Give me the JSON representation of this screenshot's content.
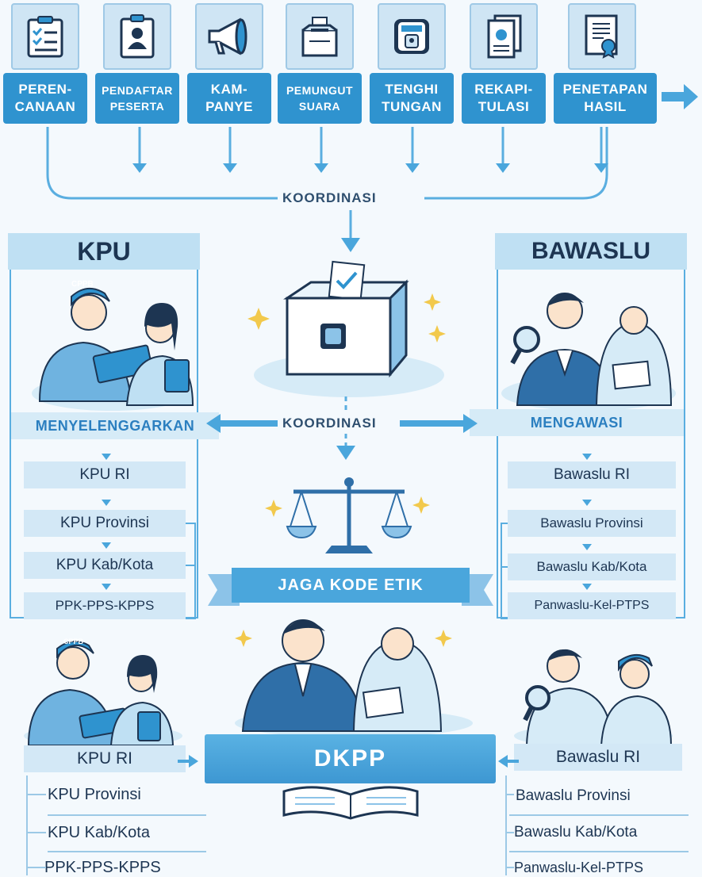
{
  "stages": [
    {
      "label": "PEREN-\nCANAAN",
      "icon": "checklist-clipboard-icon"
    },
    {
      "label": "PENDAFTAR\nPESERTA",
      "icon": "id-card-icon"
    },
    {
      "label": "KAM-\nPANYE",
      "icon": "megaphone-icon"
    },
    {
      "label": "PEMUNGUT\nSUARA",
      "icon": "ballot-box-icon"
    },
    {
      "label": "TENGHI\nTUNGAN",
      "icon": "ballot-box-lock-icon"
    },
    {
      "label": "REKAPI-\nTULASI",
      "icon": "documents-icon"
    },
    {
      "label": "PENETAPAN\nHASIL",
      "icon": "certificate-icon"
    }
  ],
  "koordinasi_top": "KOORDINASI",
  "koordinasi_middle": "KOORDINASI",
  "kpu": {
    "title": "KPU",
    "role": "MENYELENGGARKAN",
    "cap_text": "CPPB",
    "levels": [
      "KPU RI",
      "KPU Provinsi",
      "KPU Kab/Kota",
      "PPK-PPS-KPPS"
    ]
  },
  "bawaslu": {
    "title": "BAWASLU",
    "role": "MENGAWASI",
    "levels": [
      "Bawaslu RI",
      "Bawaslu Provinsi",
      "Bawaslu Kab/Kota",
      "Panwaslu-Kel-PTPS"
    ]
  },
  "banner": "JAGA KODE ETIK",
  "dkpp": "DKPP",
  "bottom_kpu": {
    "cap_text": "CPPB",
    "levels": [
      "KPU RI",
      "KPU Provinsi",
      "KPU Kab/Kota",
      "PPK-PPS-KPPS"
    ]
  },
  "bottom_bawaslu": {
    "levels": [
      "Bawaslu RI",
      "Bawaslu Provinsi",
      "Bawaslu Kab/Kota",
      "Panwaslu-Kel-PTPS"
    ]
  },
  "colors": {
    "primary": "#2f93cf",
    "light": "#cfe5f4",
    "dark_text": "#1d3552",
    "accent_star": "#f2c94c"
  }
}
